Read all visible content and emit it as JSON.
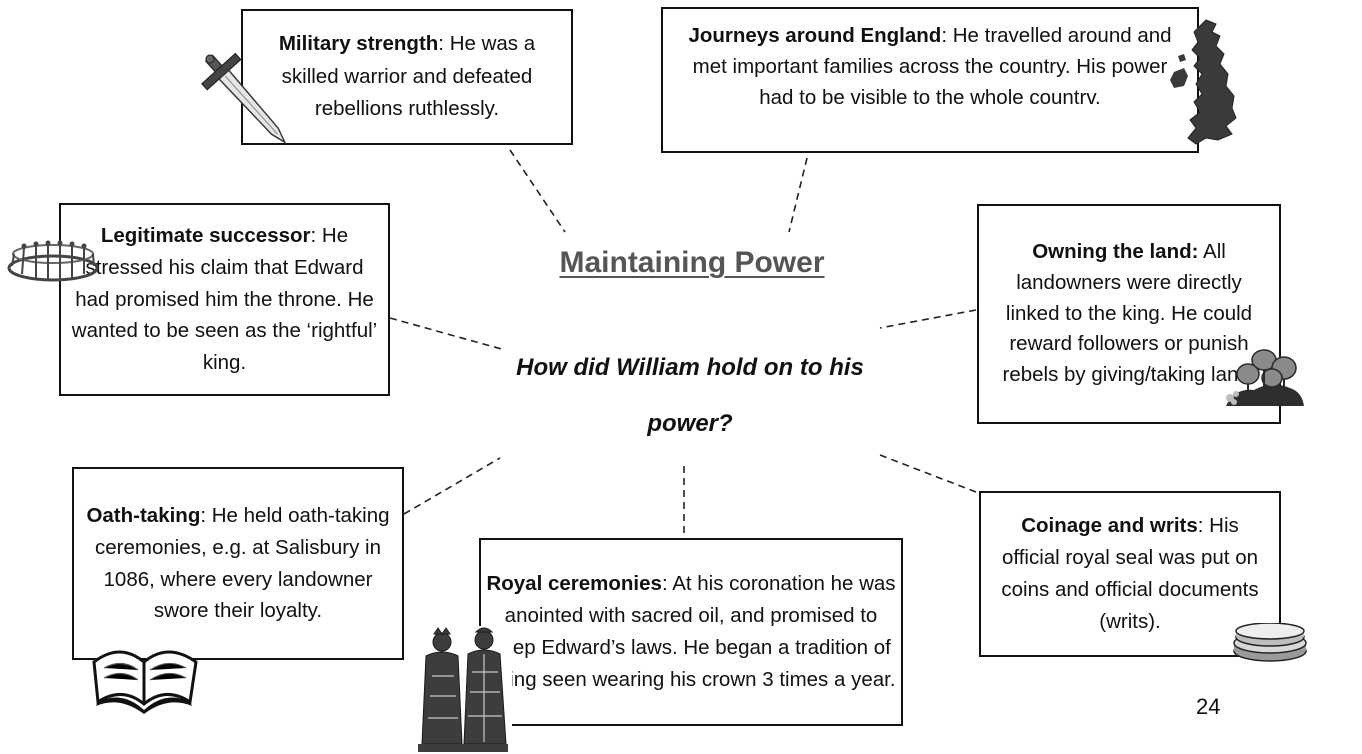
{
  "title": "Maintaining Power",
  "question": "How did William hold on to his power?",
  "page_number": "24",
  "boxes": {
    "military": {
      "heading": "Military strength",
      "text": ": He was a skilled warrior and defeated rebellions ruthlessly."
    },
    "journeys": {
      "heading": "Journeys around England",
      "text": ": He travelled around and met important families across the country. His power had to be visible to the whole countrv."
    },
    "legitimate": {
      "heading": "Legitimate successor",
      "text": ": He stressed his claim that Edward had promised him the throne. He wanted to be seen as the ‘rightful’ king."
    },
    "owning": {
      "heading": "Owning the land:",
      "text": " All landowners were directly linked to the king. He could reward followers or punish rebels by giving/taking land."
    },
    "oath": {
      "heading": "Oath-taking",
      "text": ": He held oath-taking ceremonies, e.g. at Salisbury in 1086, where every landowner swore their loyalty."
    },
    "royal": {
      "heading": "Royal ceremonies",
      "text": ": At his coronation he was anointed with sacred oil, and promised to keep Edward’s laws. He began a tradition of being seen wearing his crown 3 times a year."
    },
    "coinage": {
      "heading": "Coinage and writs",
      "text": ": His official royal seal was put on coins and official documents (writs)."
    }
  },
  "icons": [
    "sword-icon",
    "uk-map-icon",
    "crown-icon",
    "land-icon",
    "book-icon",
    "royal-figures-icon",
    "coins-icon"
  ],
  "colors": {
    "title": "#555555",
    "text": "#111111",
    "border": "#111111"
  }
}
